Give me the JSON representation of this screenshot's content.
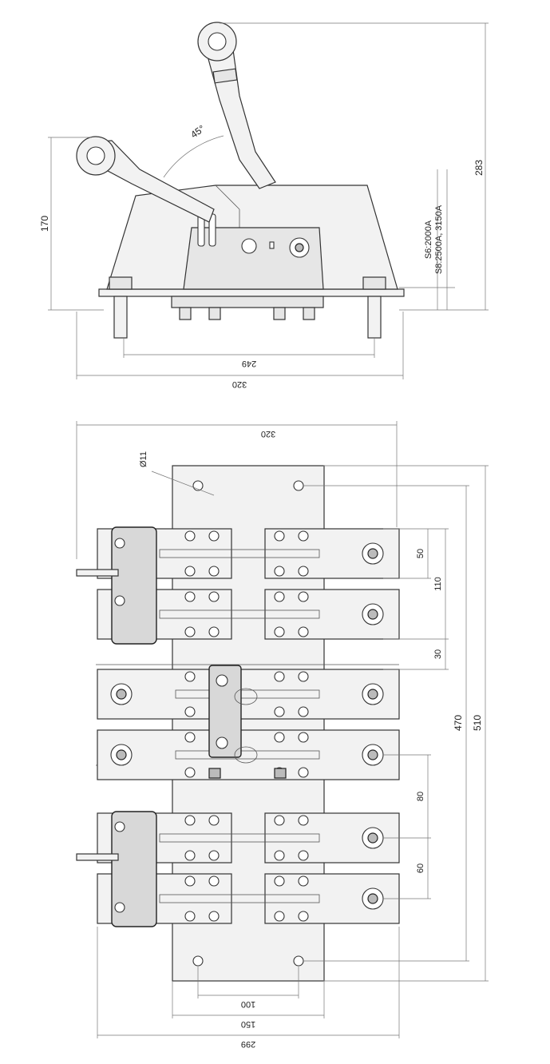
{
  "side_view": {
    "dim_height_total": "283",
    "dim_height_base": "170",
    "dim_angle": "45°",
    "dim_hole_spacing": "249",
    "dim_width": "320",
    "note_line_1": "S6:2000A",
    "note_line_2": "S8:2500A, 3150A"
  },
  "top_view": {
    "dim_width_top": "320",
    "dim_hole_diameter": "Ø11",
    "dim_pole_pitch_1": "50",
    "dim_pole_span": "110",
    "dim_gap": "30",
    "dim_hole_spacing_long": "470",
    "dim_plate_length": "510",
    "dim_pole_pitch_2": "80",
    "dim_pole_pitch_3": "60",
    "dim_hole_spacing_short": "100",
    "dim_plate_width": "150",
    "dim_overall_width": "299"
  }
}
